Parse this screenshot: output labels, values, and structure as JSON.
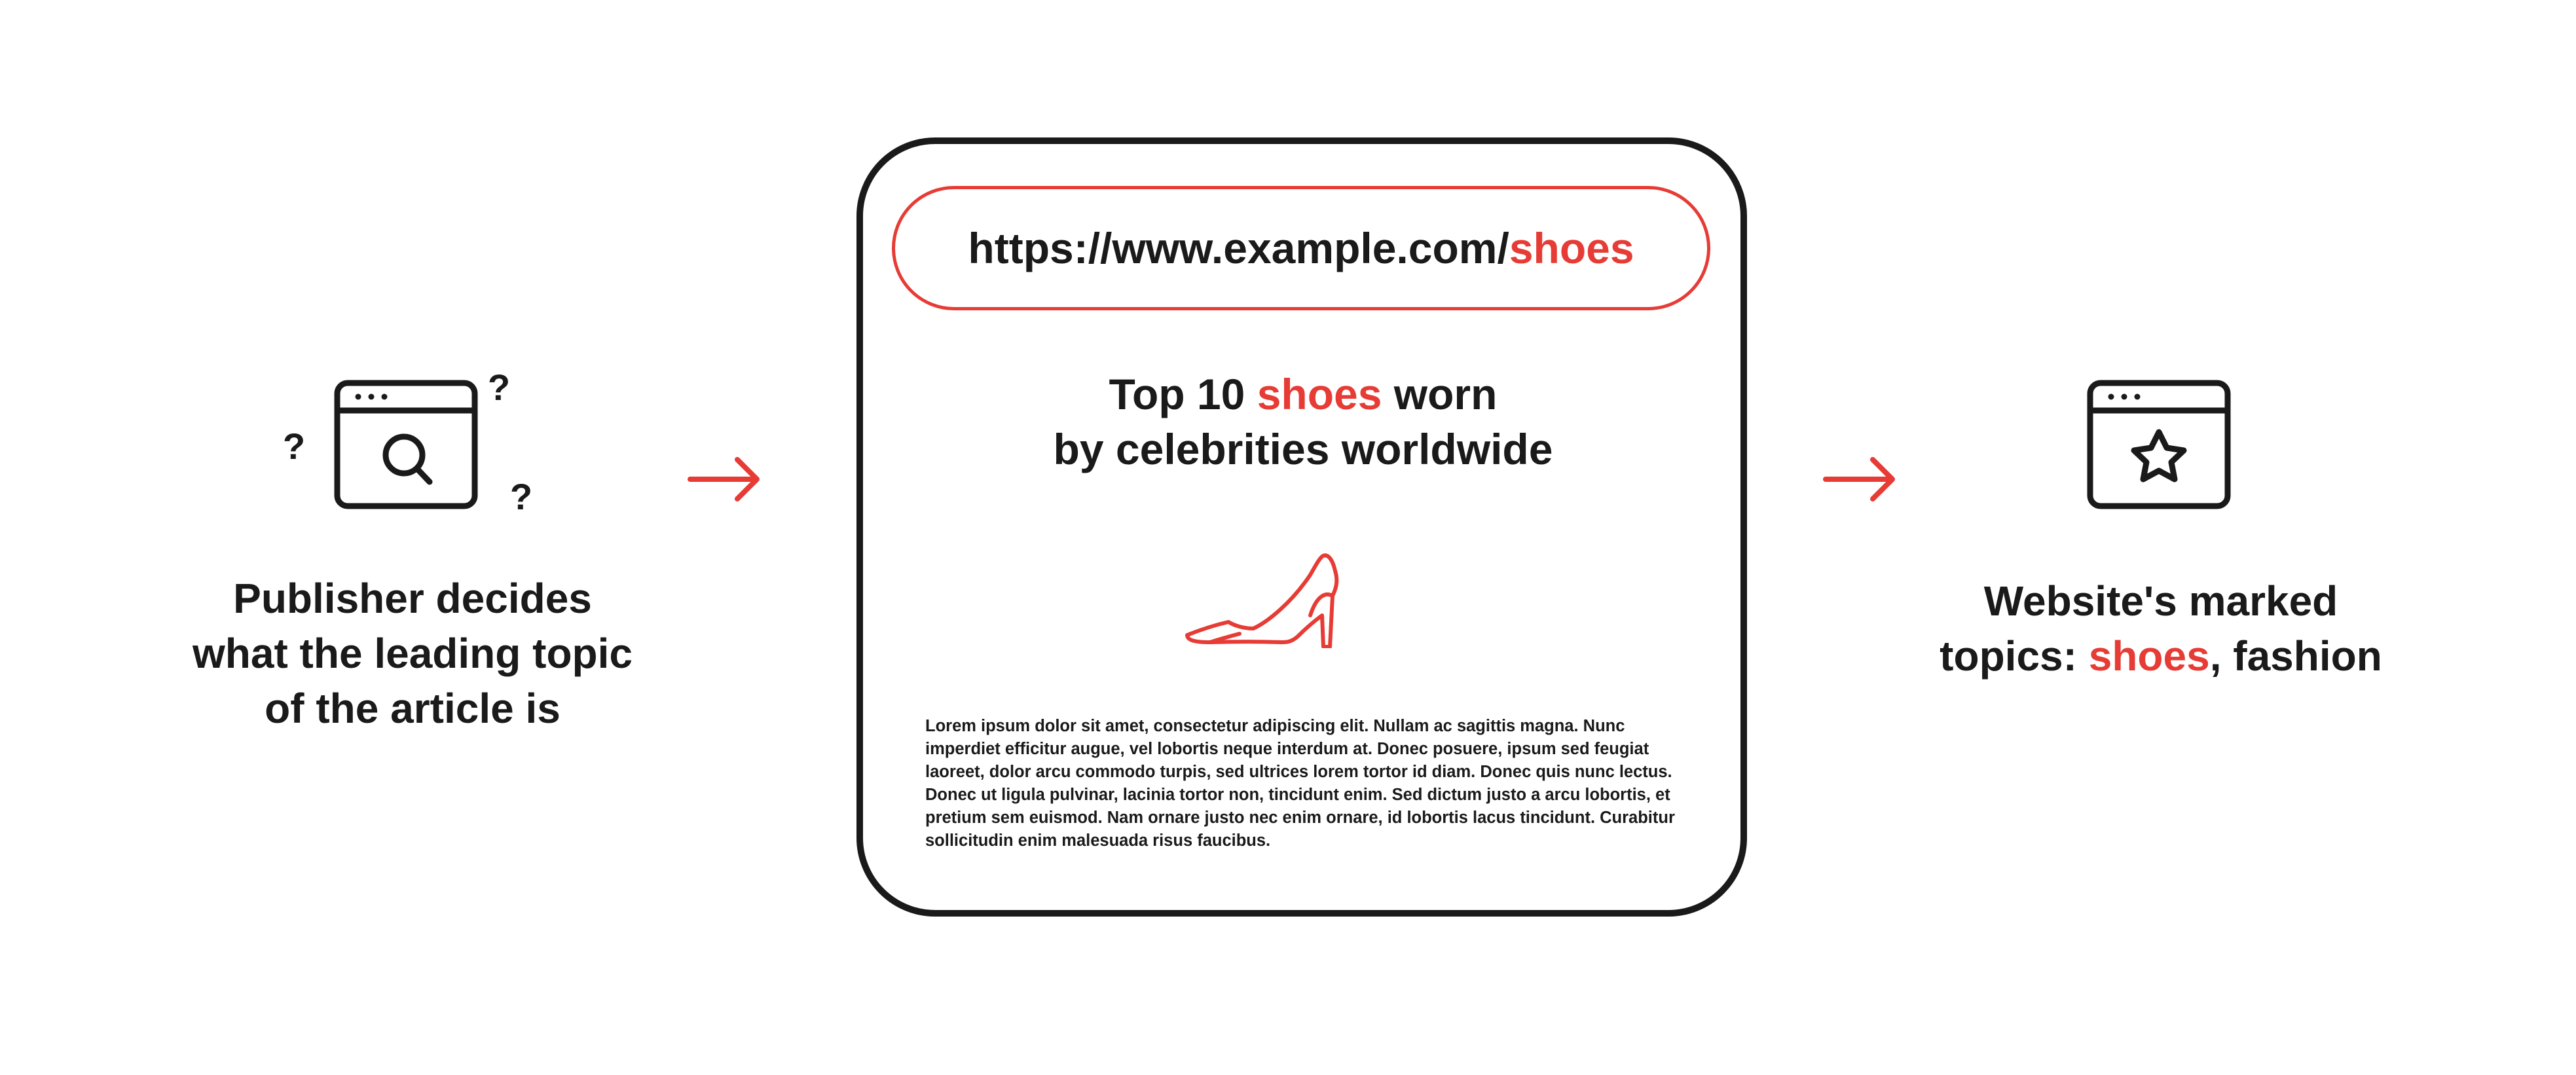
{
  "left": {
    "caption_lines": [
      "Publisher decides",
      "what the leading topic",
      "of the article is"
    ],
    "question_mark": "?"
  },
  "card": {
    "url_prefix": "https://www.example.com/",
    "url_topic": "shoes",
    "headline_part1": "Top 10 ",
    "headline_topic": "shoes",
    "headline_part2": " worn",
    "headline_line2": "by celebrities worldwide",
    "body_text": "Lorem ipsum dolor sit amet, consectetur adipiscing elit. Nullam ac sagittis magna. Nunc imperdiet efficitur augue, vel lobortis neque interdum at. Donec posuere, ipsum sed feugiat laoreet, dolor arcu commodo turpis, sed ultrices lorem tortor id diam. Donec quis nunc lectus. Donec ut ligula pulvinar, lacinia tortor non, tincidunt enim. Sed dictum justo a arcu lobortis, et pretium sem euismod. Nam ornare justo nec enim ornare, id lobortis lacus tincidunt. Curabitur sollicitudin enim malesuada risus faucibus."
  },
  "right": {
    "caption_line1": "Website's marked",
    "caption_prefix": "topics: ",
    "caption_topic": "shoes",
    "caption_suffix": ", fashion"
  },
  "icons": {
    "left": "browser-search-icon",
    "shoe": "high-heel-shoe-icon",
    "right": "browser-star-icon",
    "arrow": "arrow-right-icon"
  },
  "colors": {
    "accent": "#e63c35",
    "ink": "#1a1a1a",
    "background": "#ffffff"
  }
}
